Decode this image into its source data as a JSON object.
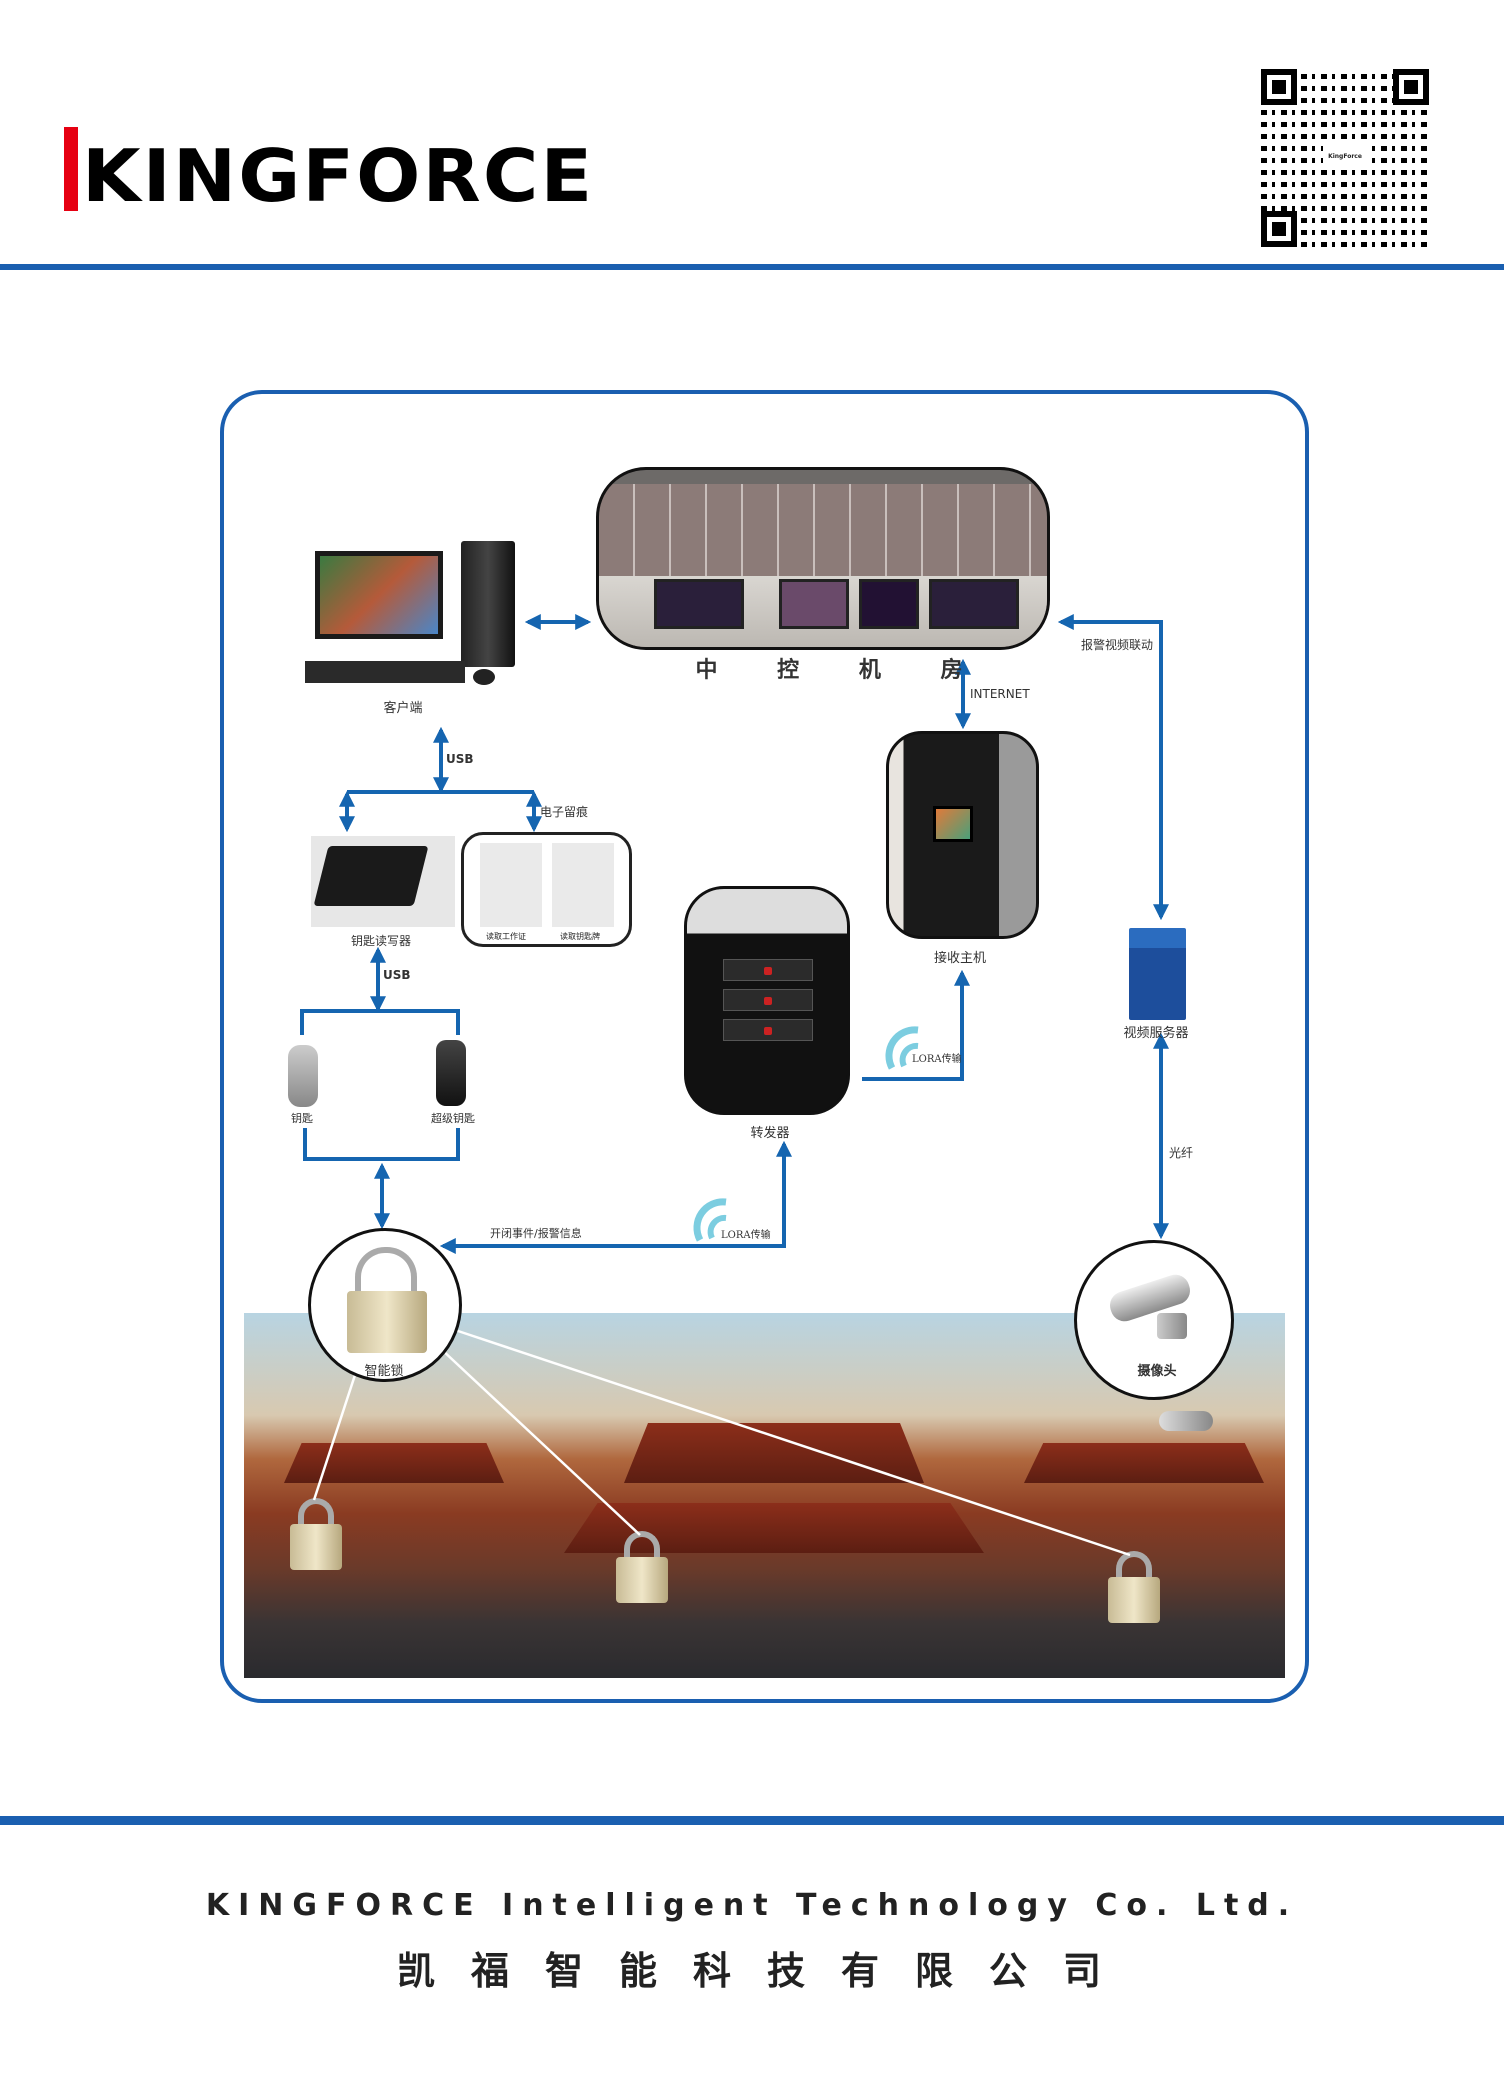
{
  "header": {
    "logo_text": "KINGFORCE",
    "qr_center_text": "KingForce"
  },
  "diagram": {
    "control_room": "中 控 机 房",
    "client": "客户端",
    "usb_1": "USB",
    "usb_2": "USB",
    "electronic_trace": "电子留痕",
    "key_reader": "钥匙读写器",
    "read_work_card": "读取工作证",
    "read_key_tag": "读取钥匙牌",
    "key": "钥匙",
    "super_key": "超级钥匙",
    "smart_lock": "智能锁",
    "internet": "INTERNET",
    "receiver_host": "接收主机",
    "alarm_video_link": "报警视频联动",
    "video_server": "视频服务器",
    "fiber": "光纤",
    "camera": "摄像头",
    "forwarder": "转发器",
    "lora_1": "LORA传输",
    "lora_2": "LORA传输",
    "open_close_events": "开闭事件/报警信息"
  },
  "colors": {
    "brand_blue": "#1a5fb0",
    "brand_red": "#e60012",
    "arrow_blue": "#1565b0",
    "lora_cyan": "#7ccde0"
  },
  "footer": {
    "company_en": "KINGFORCE Intelligent Technology Co. Ltd.",
    "company_cn": "凯福智能科技有限公司"
  }
}
